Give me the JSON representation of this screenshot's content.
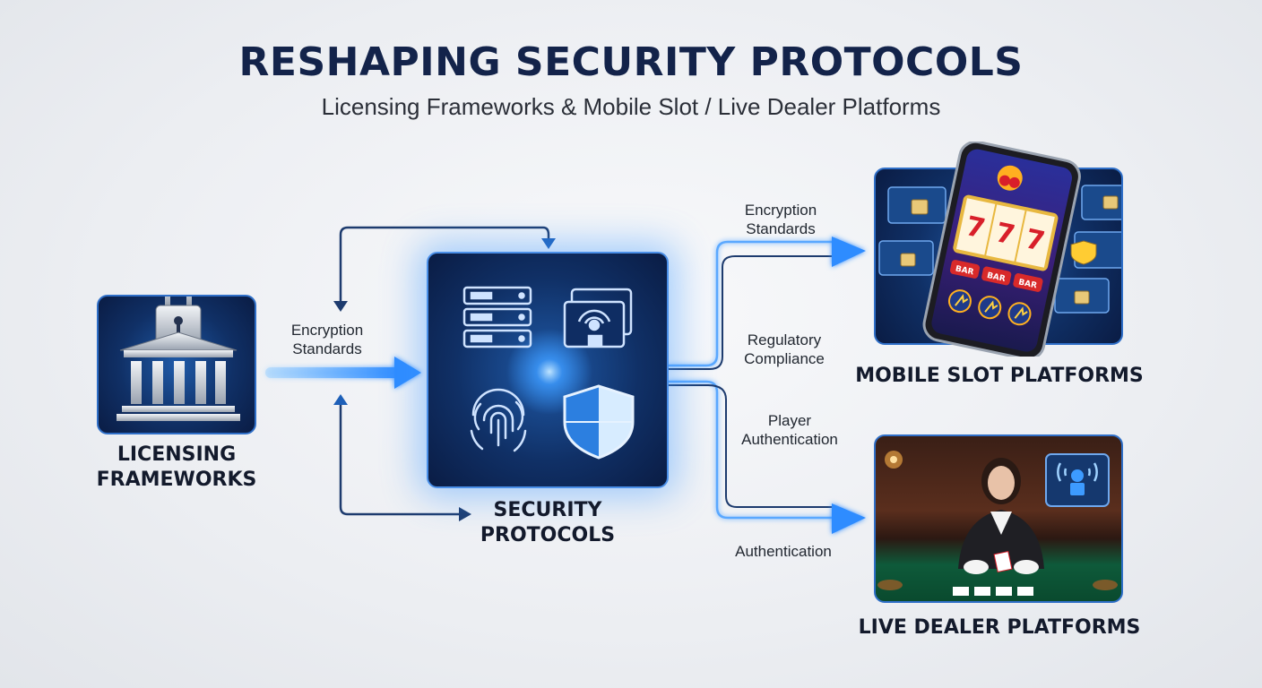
{
  "title": "RESHAPING SECURITY PROTOCOLS",
  "subtitle": "Licensing Frameworks & Mobile Slot / Live Dealer Platforms",
  "nodes": {
    "licensing": {
      "line1": "LICENSING",
      "line2": "FRAMEWORKS",
      "icon": "bank-lock-icon"
    },
    "security": {
      "line1": "SECURITY",
      "line2": "PROTOCOLS",
      "icons": [
        "server-stack-icon",
        "wireless-lock-icon",
        "fingerprint-icon",
        "shield-icon"
      ]
    },
    "mobile": {
      "label": "MOBILE SLOT PLATFORMS",
      "icon": "smartphone-slot-icon"
    },
    "dealer": {
      "label": "LIVE DEALER PLATFORMS",
      "icon": "live-dealer-icon"
    }
  },
  "flows": {
    "left": {
      "line1": "Encryption",
      "line2": "Standards"
    },
    "top_right": {
      "line1": "Encryption",
      "line2": "Standards"
    },
    "mid_right": {
      "line1": "Regulatory",
      "line2": "Compliance"
    },
    "lower_right": {
      "line1": "Player",
      "line2": "Authentication"
    },
    "bottom_right": {
      "line1": "Authentication"
    }
  },
  "phone": {
    "reels": [
      "7",
      "7",
      "7"
    ],
    "bars": [
      "BAR",
      "BAR",
      "BAR"
    ]
  },
  "colors": {
    "navy": "#13234a",
    "panel_blue": "#103066",
    "glow_blue": "#3d9bff",
    "arrow_dark": "#1d3b6e"
  }
}
